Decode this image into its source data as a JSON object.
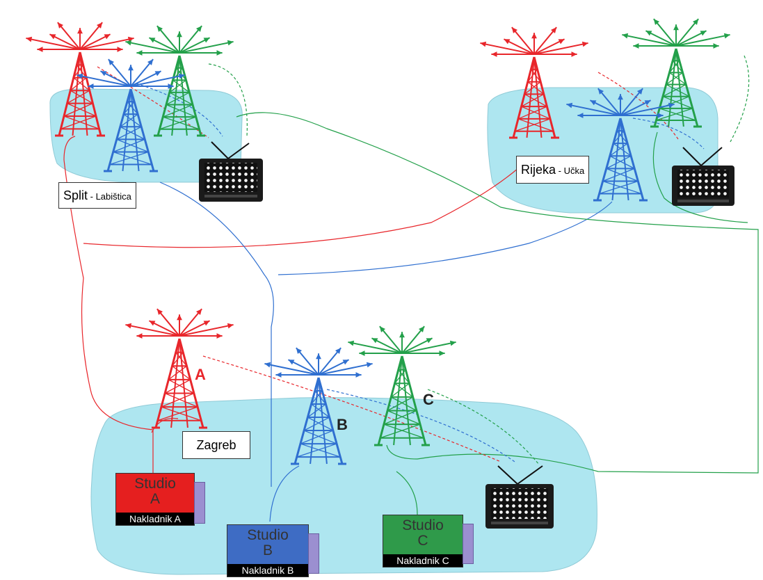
{
  "colors": {
    "red": "#e8262b",
    "blue": "#2f6fd0",
    "green": "#23a04a",
    "region": "#aee6f0",
    "studio_a": "#e51f1f",
    "studio_b": "#3e6cc4",
    "studio_c": "#2f9a4a"
  },
  "locations": {
    "split": {
      "name": "Split",
      "site": " - Labištica"
    },
    "rijeka": {
      "name": "Rijeka",
      "site": " - Učka"
    },
    "zagreb": {
      "name": "Zagreb"
    }
  },
  "tower_letters": {
    "a": "A",
    "b": "B",
    "c": "C"
  },
  "studios": [
    {
      "title_line1": "Studio",
      "title_line2": "A",
      "broadcaster": "Nakladnik  A"
    },
    {
      "title_line1": "Studio",
      "title_line2": "B",
      "broadcaster": "Nakladnik  B"
    },
    {
      "title_line1": "Studio",
      "title_line2": "C",
      "broadcaster": "Nakladnik  C"
    }
  ],
  "icons": [
    "transmitter-tower-icon",
    "television-icon",
    "studio-equipment-icon"
  ]
}
